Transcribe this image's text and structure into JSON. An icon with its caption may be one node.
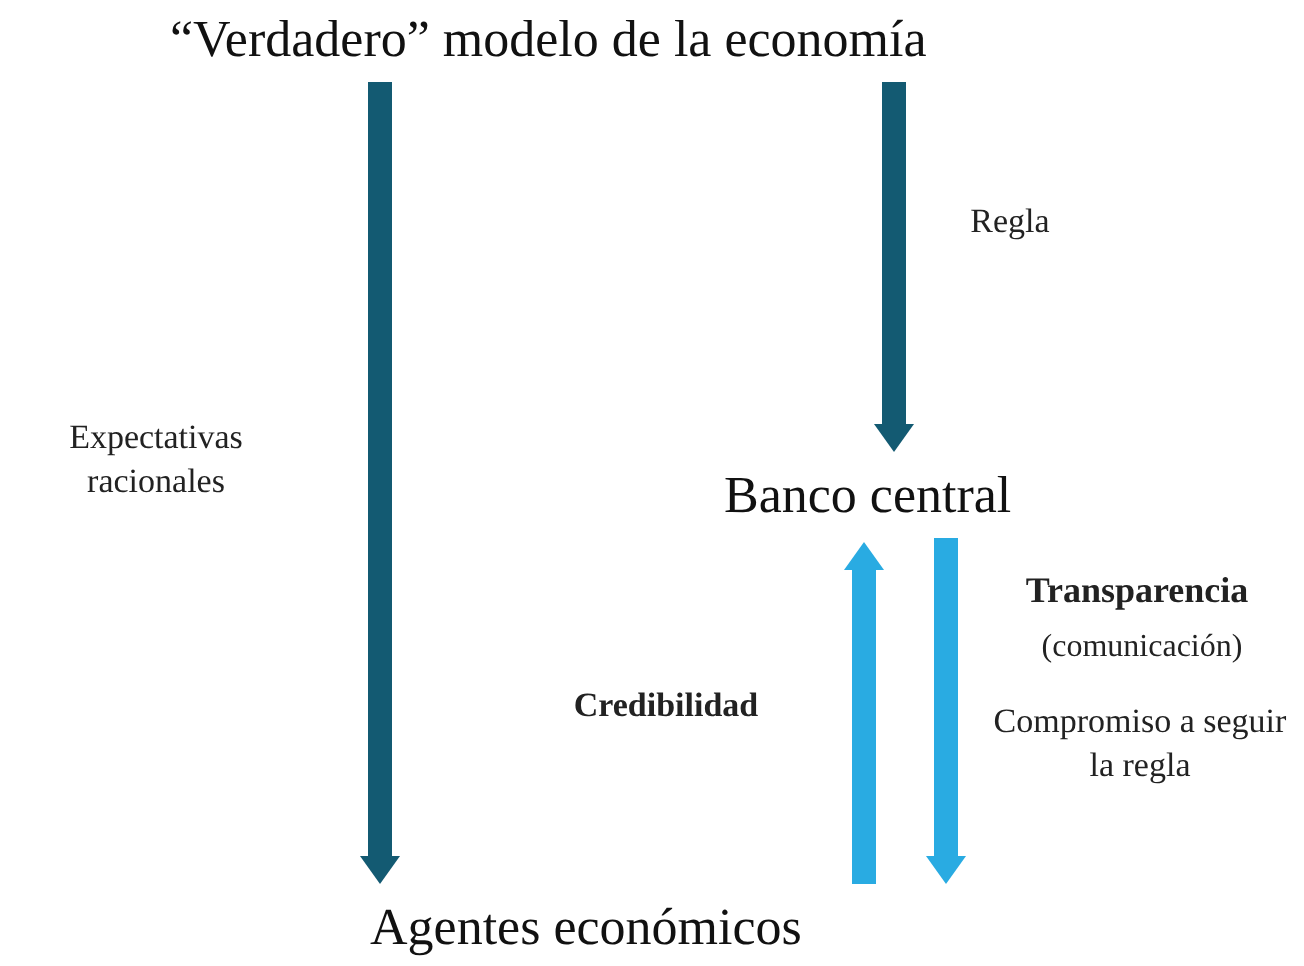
{
  "diagram": {
    "nodes": [
      {
        "text": [
          "“Verdadero” modelo de la economía"
        ]
      },
      {
        "text": [
          "Banco central"
        ]
      },
      {
        "text": [
          "Agentes económicos"
        ]
      }
    ],
    "edges": [
      {
        "from": 0,
        "to": 2,
        "arrow": "to",
        "label": "Expectativas racionales"
      },
      {
        "from": 0,
        "to": 1,
        "arrow": "to",
        "label": "Regla"
      },
      {
        "from": 2,
        "to": 1,
        "arrow": "to",
        "label": "Credibilidad",
        "color": "#29abe2"
      },
      {
        "from": 1,
        "to": 2,
        "arrow": "to",
        "label": "Transparencia",
        "color": "#29abe2"
      }
    ],
    "labels": [
      "(comunicación)",
      "Compromiso a seguir la regla"
    ]
  }
}
